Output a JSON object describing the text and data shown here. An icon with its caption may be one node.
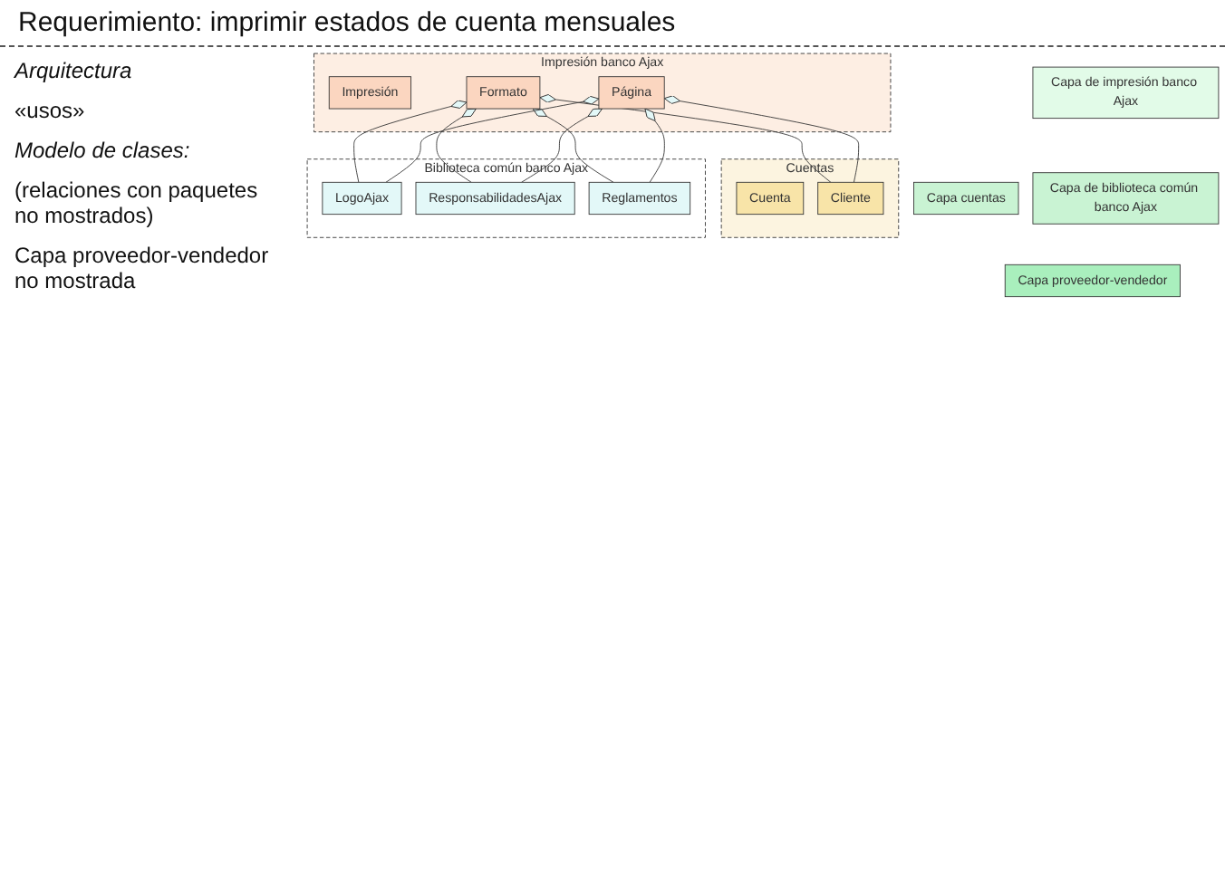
{
  "diagram": {
    "title": "Requerimiento: imprimir estados de cuenta mensuales",
    "nodes": [
      {
        "text": [
          "Capa de impresión banco Ajax"
        ]
      },
      {
        "text": [
          "Capa cuentas"
        ]
      },
      {
        "text": [
          "Capa de biblioteca común banco Ajax"
        ]
      },
      {
        "text": [
          "Capa proveedor-vendedor"
        ]
      },
      {
        "text": [
          "Impresión banco Ajax"
        ]
      },
      {
        "text": [
          "Impresión"
        ],
        "in": 4
      },
      {
        "text": [
          "Formato"
        ],
        "in": 4
      },
      {
        "text": [
          "Página"
        ],
        "in": 4
      },
      {
        "text": [
          "Cuentas"
        ]
      },
      {
        "text": [
          "Cuenta"
        ],
        "in": 8
      },
      {
        "text": [
          "Cliente"
        ],
        "in": 8
      },
      {
        "text": [
          "Biblioteca común banco Ajax"
        ]
      },
      {
        "text": [
          "LogoAjax"
        ],
        "in": 11
      },
      {
        "text": [
          "ResponsabilidadesAjax"
        ],
        "in": 11
      },
      {
        "text": [
          "Reglamentos"
        ],
        "in": 11
      }
    ],
    "edges": [
      {
        "from": 6,
        "to": 10,
        "arrow": "other"
      },
      {
        "from": 6,
        "to": 12,
        "arrow": "other"
      },
      {
        "from": 6,
        "to": 13,
        "arrow": "other"
      },
      {
        "from": 6,
        "to": 14,
        "arrow": "other"
      },
      {
        "from": 7,
        "to": 10,
        "arrow": "other"
      },
      {
        "from": 7,
        "to": 12,
        "arrow": "other"
      },
      {
        "from": 7,
        "to": 13,
        "arrow": "other"
      },
      {
        "from": 7,
        "to": 14,
        "arrow": "other"
      }
    ],
    "labels": [
      "Arquitectura",
      "«usos»",
      "Modelo de clases:",
      "(relaciones con paquetes no mostrados)",
      "Capa proveedor-vendedor no mostrada"
    ]
  }
}
